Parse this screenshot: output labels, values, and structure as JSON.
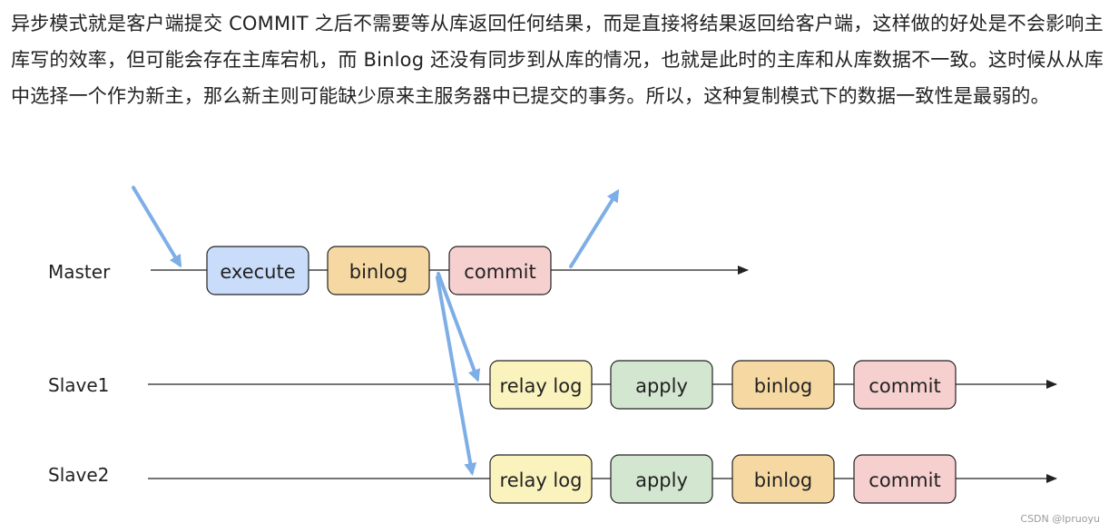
{
  "paragraph": "异步模式就是客户端提交 COMMIT 之后不需要等从库返回任何结果，而是直接将结果返回给客户端，这样做的好处是不会影响主库写的效率，但可能会存在主库宕机，而 Binlog 还没有同步到从库的情况，也就是此时的主库和从库数据不一致。这时候从从库中选择一个作为新主，那么新主则可能缺少原来主服务器中已提交的事务。所以，这种复制模式下的数据一致性是最弱的。",
  "lanes": {
    "master": "Master",
    "slave1": "Slave1",
    "slave2": "Slave2"
  },
  "master_nodes": {
    "execute": "execute",
    "binlog": "binlog",
    "commit": "commit"
  },
  "slave1_nodes": {
    "relay_log": "relay log",
    "apply": "apply",
    "binlog": "binlog",
    "commit": "commit"
  },
  "slave2_nodes": {
    "relay_log": "relay log",
    "apply": "apply",
    "binlog": "binlog",
    "commit": "commit"
  },
  "colors": {
    "execute_fill": "#c9dcf9",
    "binlog_fill": "#f6d9a2",
    "commit_fill": "#f6d0cf",
    "relay_fill": "#fbf3bd",
    "apply_fill": "#d2e6d0",
    "flow_arrow": "#7eaee6"
  },
  "watermark": "CSDN @lpruoyu"
}
